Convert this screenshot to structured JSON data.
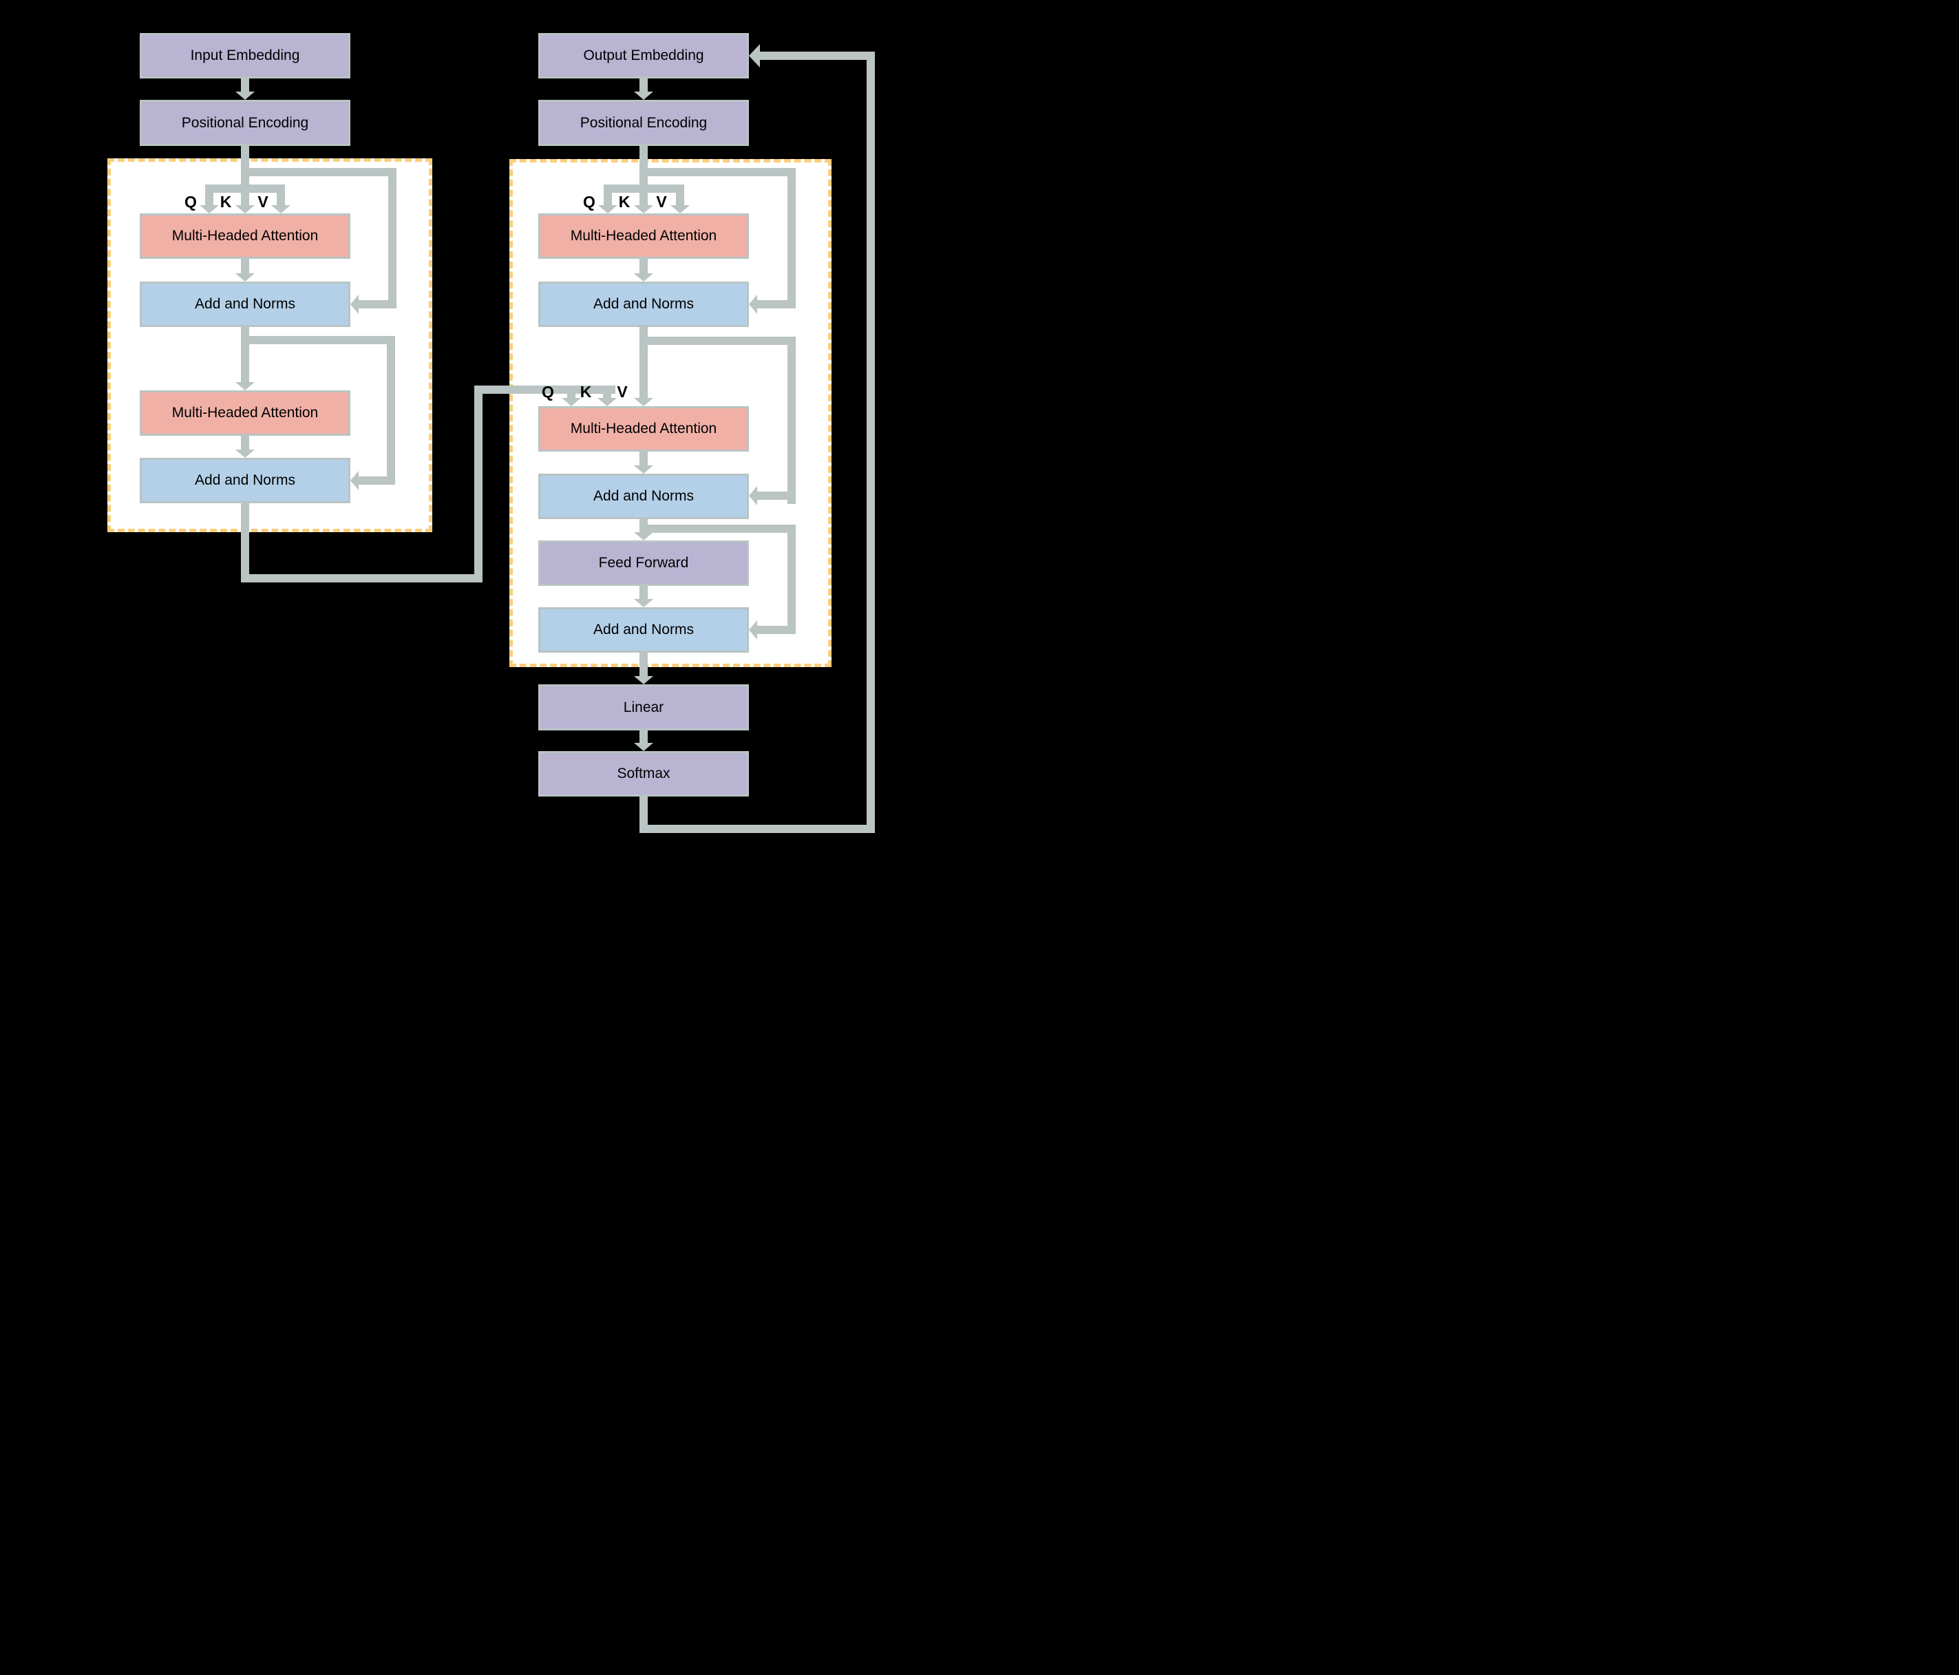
{
  "colors": {
    "background": "#000000",
    "panel": "#ffffff",
    "lavender": "#b9b4d2",
    "pink": "#f0b0a6",
    "blue": "#b3d0e8",
    "line": "#b9c4c3",
    "dash": "#fbce7b",
    "text": "#000000"
  },
  "encoder": {
    "blocks": {
      "input_embedding": "Input Embedding",
      "positional_encoding": "Positional Encoding",
      "attention_1": "Multi-Headed Attention",
      "add_norm_1": "Add and Norms",
      "attention_2": "Multi-Headed Attention",
      "add_norm_2": "Add and Norms"
    },
    "qkv": {
      "q": "Q",
      "k": "K",
      "v": "V"
    }
  },
  "decoder": {
    "blocks": {
      "output_embedding": "Output Embedding",
      "positional_encoding": "Positional Encoding",
      "attention_1": "Multi-Headed Attention",
      "add_norm_1": "Add and Norms",
      "attention_2": "Multi-Headed Attention",
      "add_norm_2": "Add and Norms",
      "feed_forward": "Feed Forward",
      "add_norm_3": "Add and Norms",
      "linear": "Linear",
      "softmax": "Softmax"
    },
    "qkv_self": {
      "q": "Q",
      "k": "K",
      "v": "V"
    },
    "qkv_cross": {
      "q": "Q",
      "k": "K",
      "v": "V"
    }
  }
}
